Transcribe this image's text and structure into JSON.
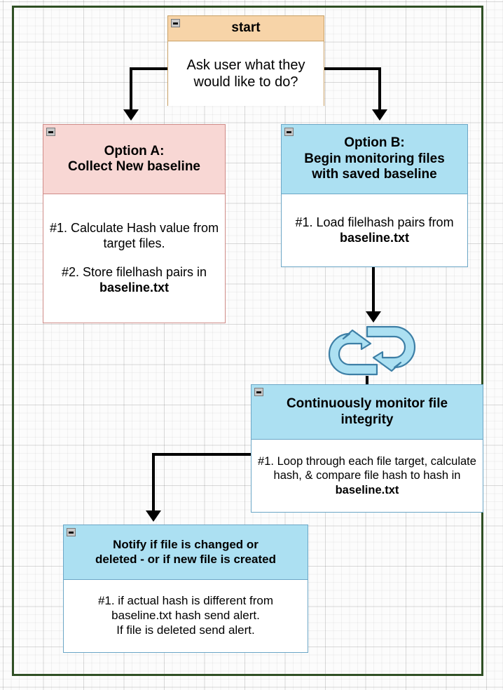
{
  "diagram": {
    "title": "File Integrity Monitor flowchart",
    "page_border_color": "#2f4f24",
    "colors": {
      "start_header": "#f7d4a8",
      "start_border": "#c8a065",
      "option_a_header": "#f8d7d4",
      "option_a_border": "#cf8b87",
      "blue_header": "#ace0f2",
      "blue_border": "#6ba6c6",
      "connector": "#000000"
    },
    "nodes": {
      "start": {
        "title": "start",
        "body": [
          "Ask user what they would like to do?"
        ],
        "collapse_icon": "collapse-minus-icon"
      },
      "option_a": {
        "title": "Option A:\nCollect New baseline",
        "title_line1": "Option A:",
        "title_line2": "Collect New baseline",
        "body_1": "#1. Calculate Hash value from target files.",
        "body_2_prefix": "#2. Store filelhash pairs in ",
        "body_2_bold": "baseline.txt",
        "collapse_icon": "collapse-minus-icon"
      },
      "option_b": {
        "title_line1": "Option B:",
        "title_line2": "Begin monitoring files",
        "title_line3": "with saved baseline",
        "body_prefix": "#1. Load filelhash pairs from ",
        "body_bold": "baseline.txt",
        "collapse_icon": "collapse-minus-icon"
      },
      "loop": {
        "icon": "loop-refresh-icon"
      },
      "monitor": {
        "title": "Continuously monitor file integrity",
        "body_prefix": "#1. Loop through each file target, calculate hash, & compare file hash to hash in ",
        "body_bold": "baseline.txt",
        "collapse_icon": "collapse-minus-icon"
      },
      "notify": {
        "title_line1": "Notify if file is changed or",
        "title_line2": "deleted - or if new file is created",
        "body_line1": "#1. if actual hash is different from",
        "body_line2": "baseline.txt hash send alert.",
        "body_line3": "If file is deleted send alert.",
        "collapse_icon": "collapse-minus-icon"
      }
    }
  }
}
